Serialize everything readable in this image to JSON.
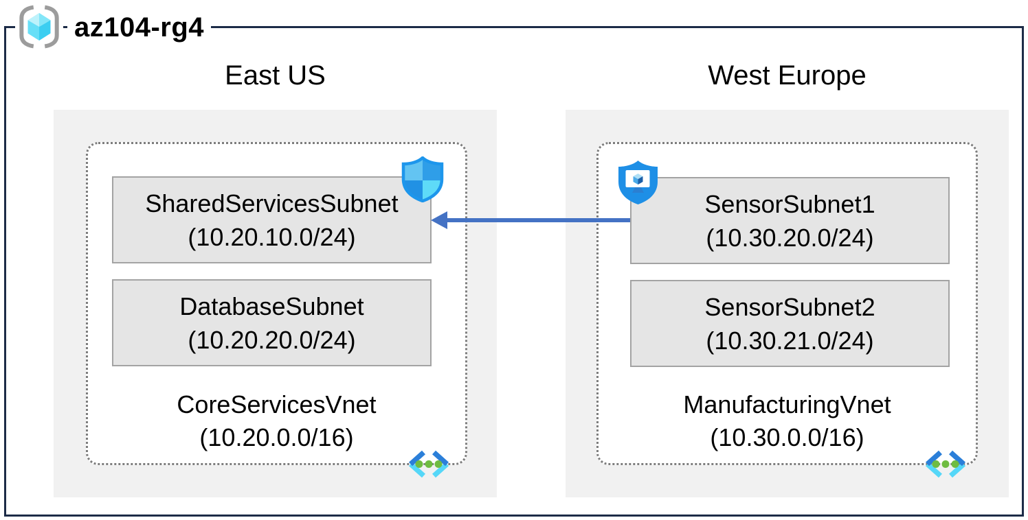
{
  "title": "az104-rg4",
  "colors": {
    "frame_border": "#1c2b47",
    "arrow": "#4472c4",
    "region_fill": "#f1f1f1",
    "subnet_fill": "#e5e5e5",
    "subnet_border": "#a3a3a3",
    "vnet_dotted_border": "#7d7d7d",
    "shield_blue": "#1e90e8",
    "vnet_icon_green": "#6fbc41"
  },
  "regions": [
    {
      "name": "East US",
      "vnet": {
        "name": "CoreServicesVnet",
        "cidr": "(10.20.0.0/16)",
        "subnets": [
          {
            "name": "SharedServicesSubnet",
            "cidr": "(10.20.10.0/24)"
          },
          {
            "name": "DatabaseSubnet",
            "cidr": "(10.20.20.0/24)"
          }
        ]
      }
    },
    {
      "name": "West Europe",
      "vnet": {
        "name": "ManufacturingVnet",
        "cidr": "(10.30.0.0/16)",
        "subnets": [
          {
            "name": "SensorSubnet1",
            "cidr": "(10.30.20.0/24)"
          },
          {
            "name": "SensorSubnet2",
            "cidr": "(10.30.21.0/24)"
          }
        ]
      }
    }
  ],
  "icons": {
    "resource_group": "resource-group-icon",
    "nsg_shield": "network-security-group-shield-icon",
    "bastion_shield": "shield-monitor-icon",
    "virtual_network": "virtual-network-icon"
  },
  "connection": {
    "from": "SensorSubnet1",
    "to": "SharedServicesSubnet",
    "direction": "right-to-left"
  }
}
